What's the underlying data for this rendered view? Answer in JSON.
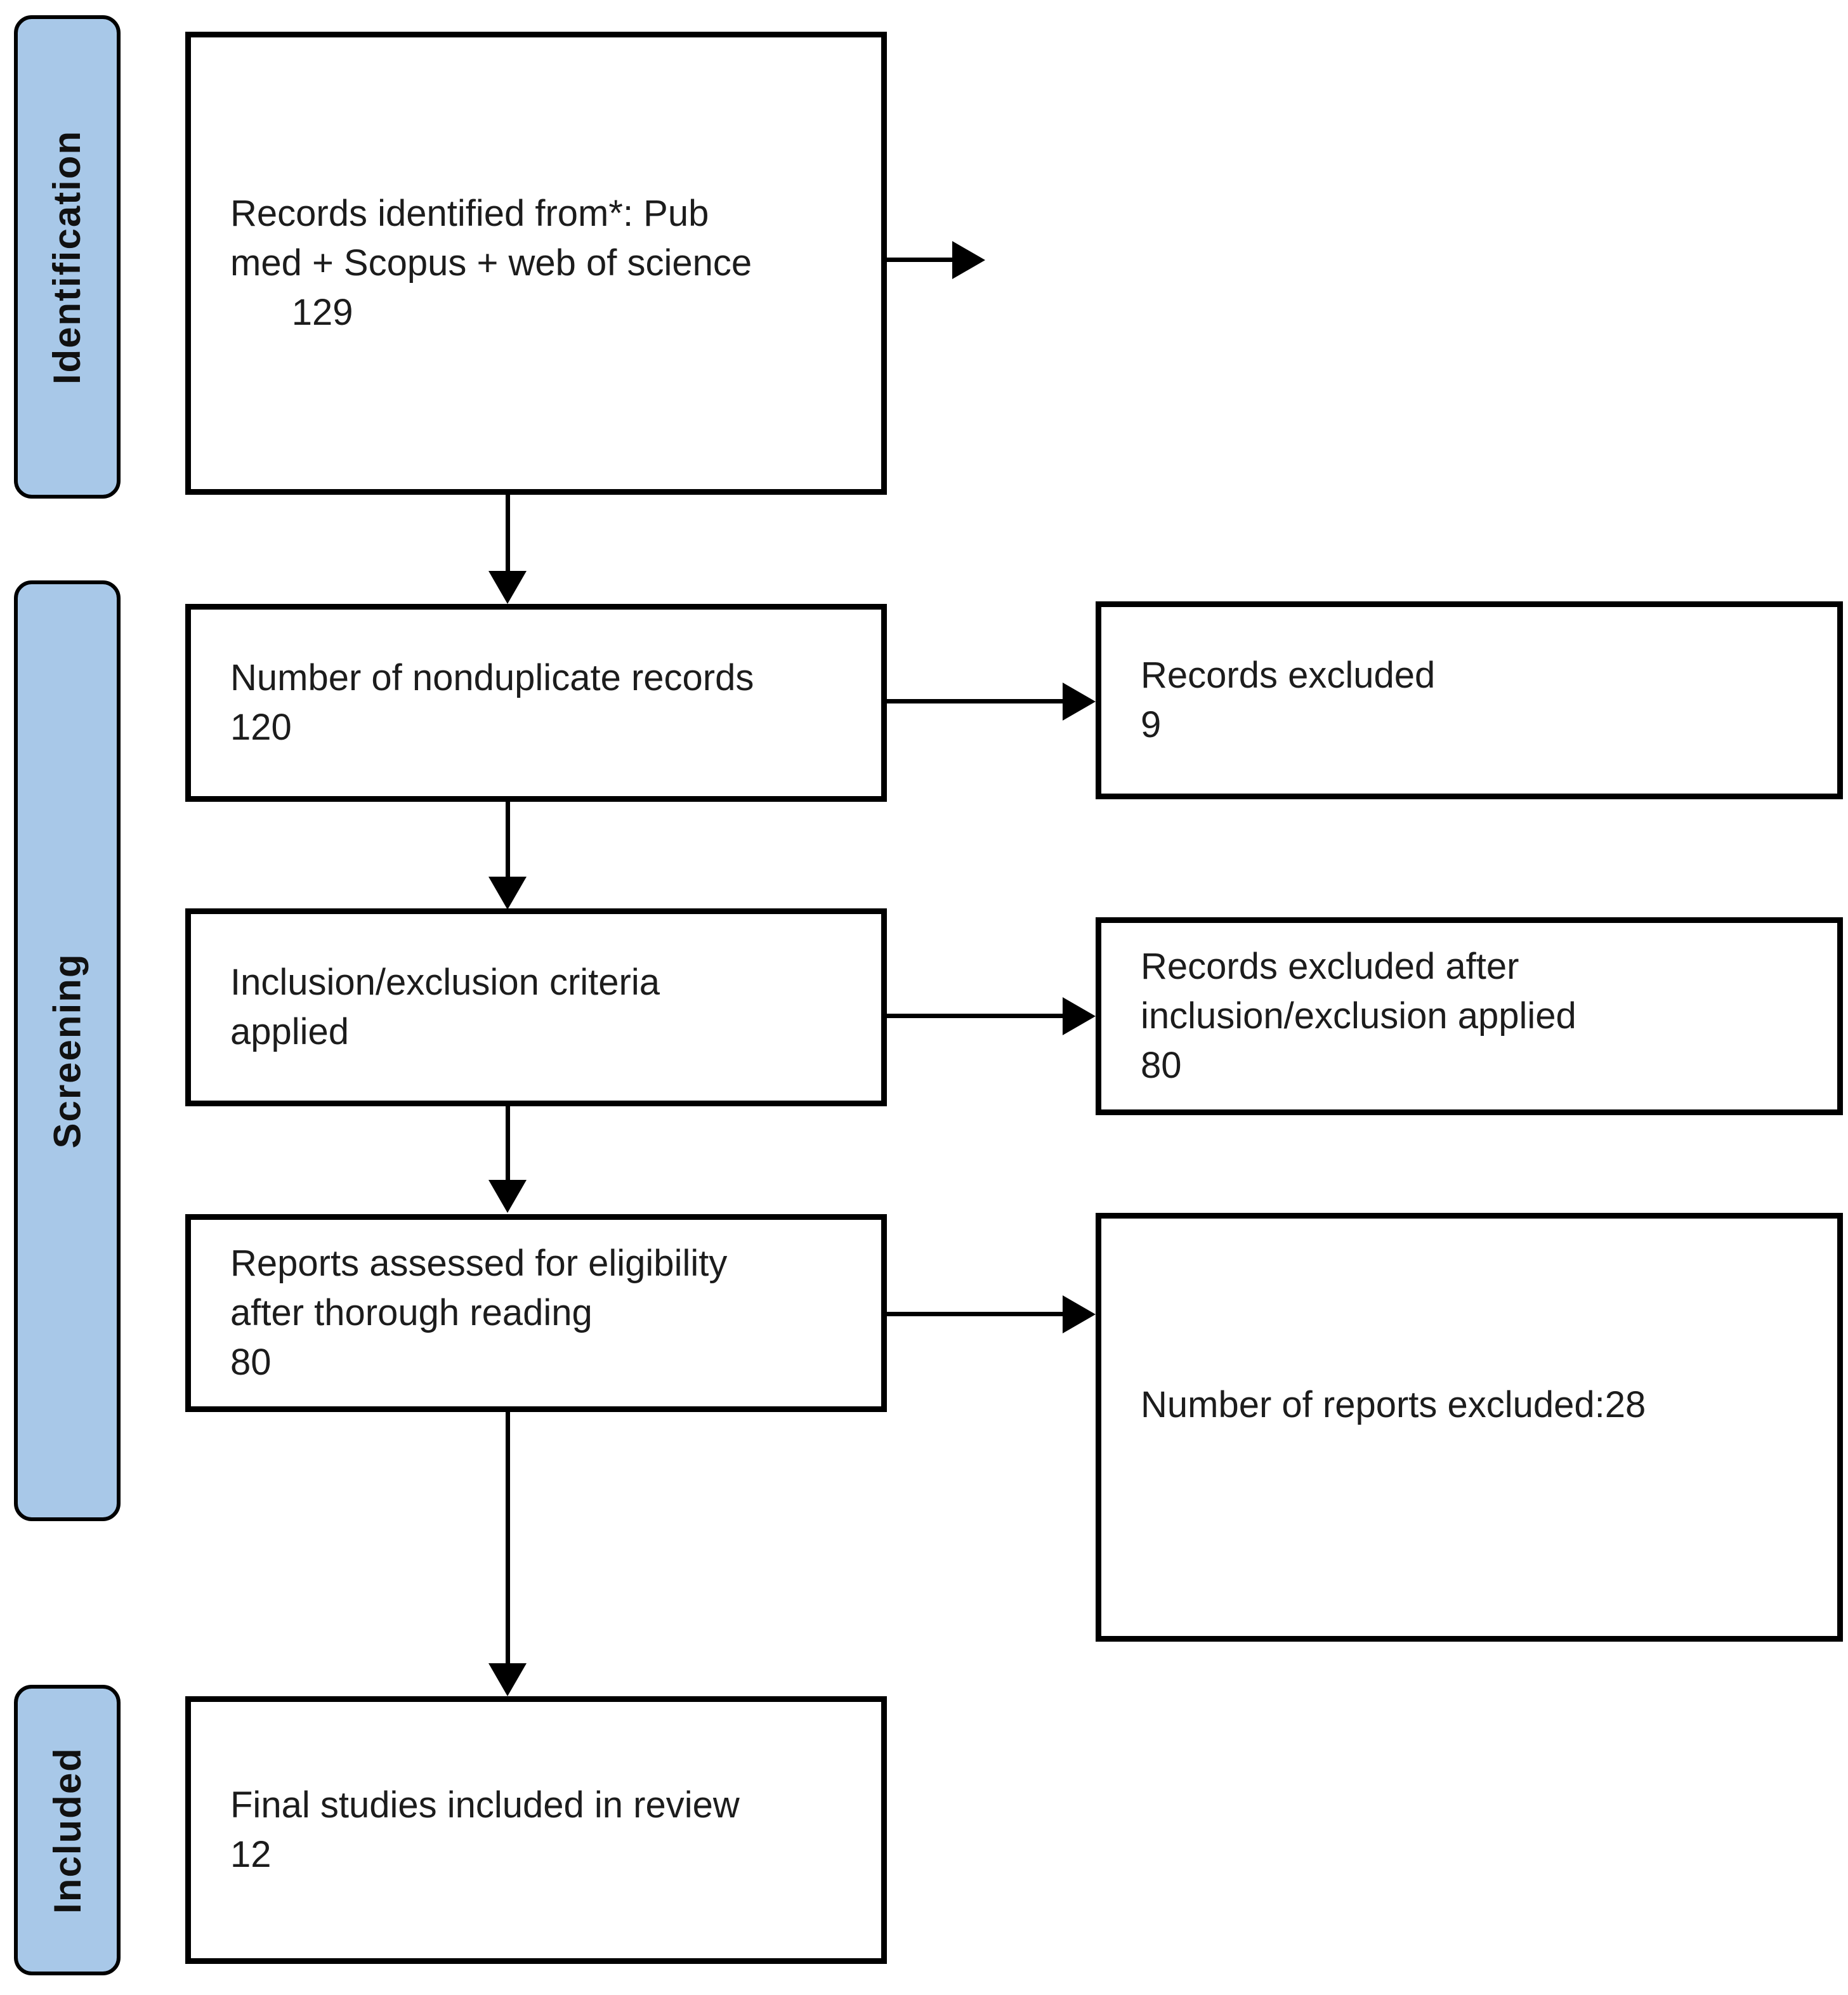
{
  "stages": [
    {
      "label": "Identification"
    },
    {
      "label": "Screening"
    },
    {
      "label": "Included"
    }
  ],
  "main_boxes": [
    {
      "lines": [
        "Records identified from*: Pub",
        "med + Scopus + web of science",
        "      129"
      ]
    },
    {
      "lines": [
        "Number of nonduplicate records",
        "120"
      ]
    },
    {
      "lines": [
        "Inclusion/exclusion criteria",
        "applied"
      ]
    },
    {
      "lines": [
        "Reports assessed for eligibility",
        "after thorough reading",
        "80"
      ]
    },
    {
      "lines": [
        "Final studies included in review",
        "12"
      ]
    }
  ],
  "side_boxes": [
    {
      "lines": [
        "Records excluded",
        "9"
      ]
    },
    {
      "lines": [
        "Records excluded after",
        "inclusion/exclusion applied",
        "80"
      ]
    },
    {
      "lines": [
        "Number of reports excluded:28"
      ]
    }
  ],
  "colors": {
    "background": "#FFFFFF",
    "stage_fill": "#A8C8E8",
    "border": "#000000",
    "text": "#1C1C1C"
  }
}
